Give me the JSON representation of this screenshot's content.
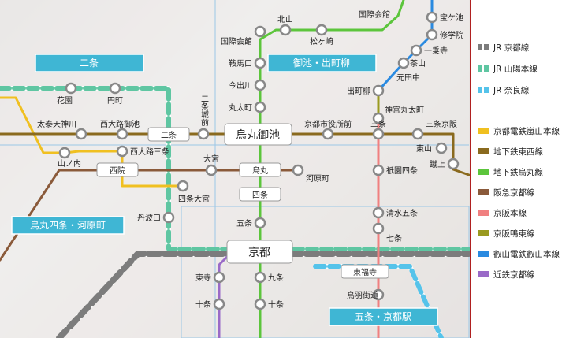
{
  "areas": {
    "nijo": "二条",
    "oike": "御池・出町柳",
    "karasuma_shijo": "烏丸四条・河原町",
    "gojo": "五条・京都駅"
  },
  "hubs": {
    "karasuma_oike": "烏丸御池",
    "kyoto": "京都",
    "nijo": "二条",
    "nishiin": "西院",
    "karasuma": "烏丸",
    "shijo": "四条",
    "tofukuji": "東福寺"
  },
  "stations": {
    "kitayama": "北山",
    "matsugasaki": "松ヶ崎",
    "kokusai_kaikan_top": "国際会館",
    "kokusai_kaikan": "国際会館",
    "kuramaguchi": "鞍馬口",
    "imadegawa": "今出川",
    "marutamachi": "丸太町",
    "takaragaike": "宝ケ池",
    "shugakuin": "修学院",
    "ichijoji": "一乗寺",
    "chayama": "茶山",
    "mototanaka": "元田中",
    "demachiyanagi": "出町柳",
    "jingu_marutamachi": "神宮丸太町",
    "sanjo": "三条",
    "sanjo_keihan": "三条京阪",
    "higashiyama": "東山",
    "keage": "蹴上",
    "gion_shijo": "祇園四条",
    "kiyomizu_gojo": "清水五条",
    "shichijo": "七条",
    "toba_kaido": "鳥羽街道",
    "kawaramachi": "河原町",
    "omiya": "大宮",
    "nijojo_mae": "二条城前",
    "kyoto_shiyakusho_mae": "京都市役所前",
    "taishi_uzumasa": "太泰天神川",
    "nishioji_oike": "西大路御池",
    "hanazono": "花園",
    "emmachi": "円町",
    "yamanouchi": "山ノ内",
    "nishioji_sanjo": "西大路三条",
    "shijo_omiya": "四条大宮",
    "tambaguchi": "丹波口",
    "gojo": "五条",
    "kujo": "九条",
    "jujo": "十条",
    "toji": "東寺",
    "jujo_kintetsu": "十条"
  },
  "legend": [
    {
      "label": "JR 京都線",
      "color": "#7c7c7c",
      "style": "dash"
    },
    {
      "label": "JR 山陽本線",
      "color": "#5fc6a2",
      "style": "dash"
    },
    {
      "label": "JR 奈良線",
      "color": "#55c3ea",
      "style": "dash"
    },
    {
      "label": "京都電鉄嵐山本線",
      "color": "#f0c020",
      "style": "solid"
    },
    {
      "label": "地下鉄東西線",
      "color": "#8a6a1e",
      "style": "solid"
    },
    {
      "label": "地下鉄烏丸線",
      "color": "#5cc53c",
      "style": "solid"
    },
    {
      "label": "阪急京都線",
      "color": "#8a5a3a",
      "style": "solid"
    },
    {
      "label": "京阪本線",
      "color": "#f08080",
      "style": "solid"
    },
    {
      "label": "京阪鴨東線",
      "color": "#9a9a20",
      "style": "solid"
    },
    {
      "label": "叡山電鉄叡山本線",
      "color": "#2a8ae0",
      "style": "solid"
    },
    {
      "label": "近鉄京都線",
      "color": "#9a6ac8",
      "style": "solid"
    }
  ],
  "colors": {
    "jr_kyoto": "#7c7c7c",
    "jr_sanyo": "#5fc6a2",
    "jr_nara": "#55c3ea",
    "randen": "#f0c020",
    "tozai": "#8a6a1e",
    "karasuma": "#5cc53c",
    "hankyu": "#8a5a3a",
    "keihan": "#f08080",
    "eizan": "#2a8ae0",
    "kintetsu": "#9a6ac8",
    "area_label": "#3fb6d4",
    "legend_border": "#b02020"
  }
}
